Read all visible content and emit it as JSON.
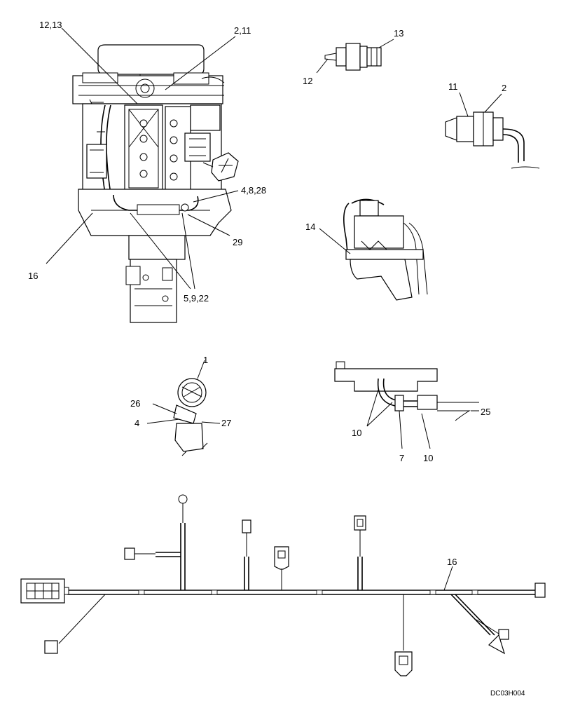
{
  "callouts": {
    "c_12_13": "12,13",
    "c_2_11_top": "2,11",
    "c_13": "13",
    "c_12": "12",
    "c_11": "11",
    "c_2": "2",
    "c_4_8_28": "4,8,28",
    "c_14": "14",
    "c_29": "29",
    "c_16_engine": "16",
    "c_5_9_22": "5,9,22",
    "c_1": "1",
    "c_26": "26",
    "c_4": "4",
    "c_27": "27",
    "c_25": "25",
    "c_10_left": "10",
    "c_7": "7",
    "c_10_right": "10",
    "c_16_harness": "16"
  },
  "drawing_code": "DC03H004"
}
